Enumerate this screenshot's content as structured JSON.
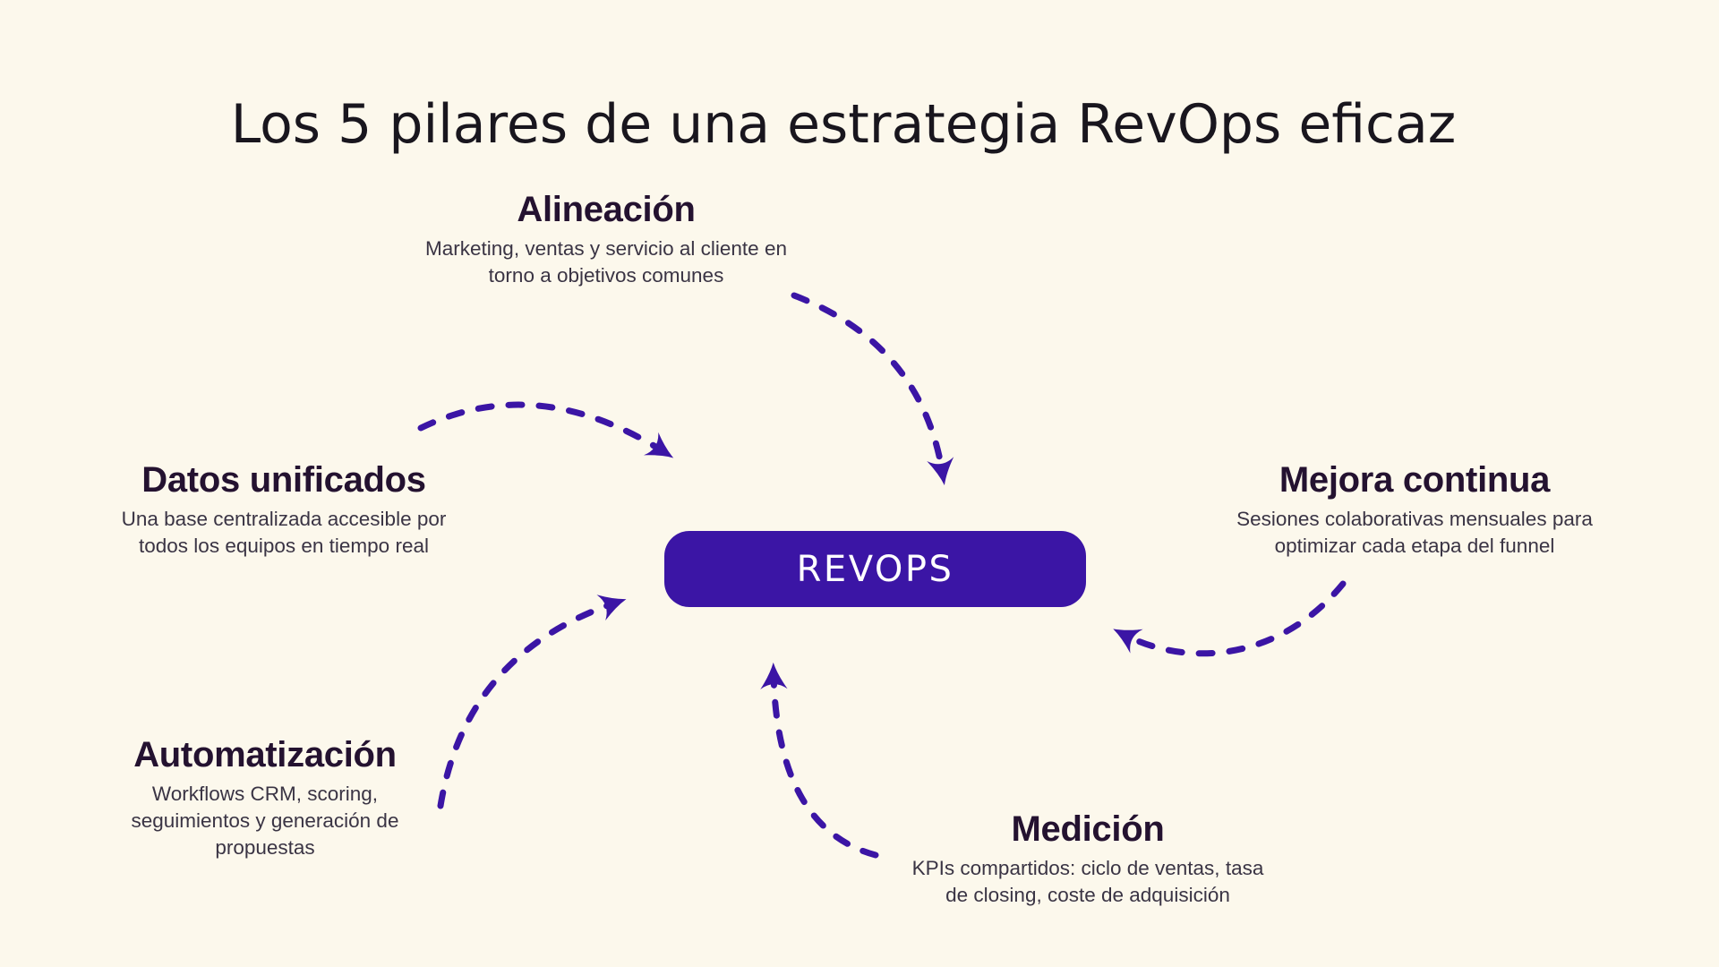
{
  "page": {
    "title": "Los 5 pilares de una estrategia RevOps eficaz"
  },
  "theme": {
    "bg": "#FCF8EC",
    "accent": "#3B15A5",
    "ink": "#241230",
    "body_text": "#3A3444",
    "title_color": "#19161E",
    "center_text": "#FFFFFF"
  },
  "center": {
    "label": "REVOPS"
  },
  "pillars": [
    {
      "title": "Alineación",
      "lines": [
        "Marketing, ventas y servicio al cliente en",
        "torno a objetivos comunes"
      ]
    },
    {
      "title": "Datos unificados",
      "lines": [
        "Una base centralizada accesible por",
        "todos los equipos en tiempo real"
      ]
    },
    {
      "title": "Mejora continua",
      "lines": [
        "Sesiones colaborativas mensuales para",
        "optimizar cada etapa del funnel"
      ]
    },
    {
      "title": "Automatización",
      "lines": [
        "Workflows CRM, scoring,",
        "seguimientos y generación de",
        "propuestas"
      ]
    },
    {
      "title": "Medición",
      "lines": [
        "KPIs compartidos: ciclo de ventas, tasa",
        "de closing, coste de adquisición"
      ]
    }
  ],
  "connections": [
    {
      "from": "Alineación",
      "to": "REVOPS"
    },
    {
      "from": "Datos unificados",
      "to": "REVOPS"
    },
    {
      "from": "Mejora continua",
      "to": "REVOPS"
    },
    {
      "from": "Automatización",
      "to": "REVOPS"
    },
    {
      "from": "Medición",
      "to": "REVOPS"
    }
  ]
}
